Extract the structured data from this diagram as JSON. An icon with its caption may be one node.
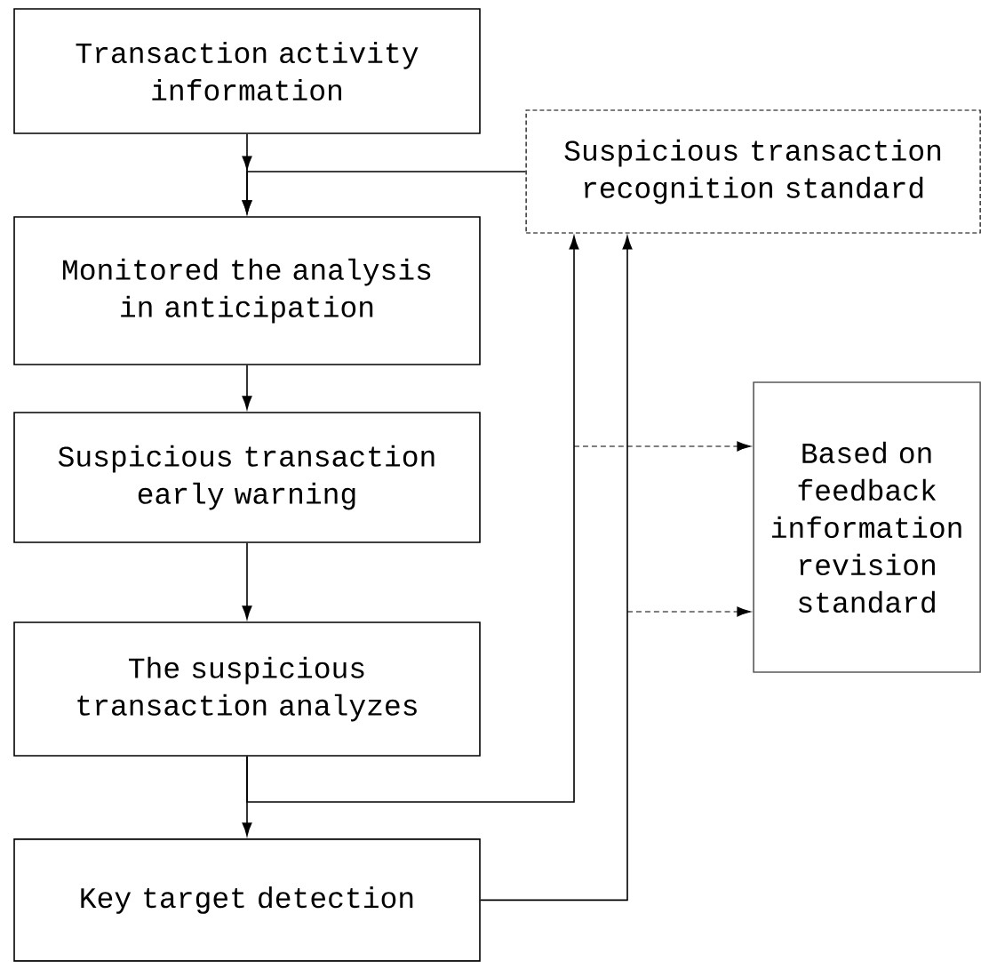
{
  "diagram": {
    "nodes": [
      {
        "text": [
          "Transaction activity information"
        ]
      },
      {
        "text": [
          "Monitored the analysis in anticipation"
        ]
      },
      {
        "text": [
          "Suspicious transaction early warning"
        ]
      },
      {
        "text": [
          "The suspicious transaction analyzes"
        ]
      },
      {
        "text": [
          "Key target detection"
        ]
      },
      {
        "text": [
          "Suspicious transaction recognition standard"
        ]
      },
      {
        "text": [
          "Based on feedback information revision standard"
        ]
      }
    ],
    "edges": [
      {
        "from": 0,
        "to": 1,
        "arrow": "to"
      },
      {
        "from": 5,
        "to": 1,
        "arrow": "to"
      },
      {
        "from": 1,
        "to": 2,
        "arrow": "to"
      },
      {
        "from": 2,
        "to": 3,
        "arrow": "to"
      },
      {
        "from": 3,
        "to": 4,
        "arrow": "to"
      },
      {
        "from": 3,
        "to": 5,
        "arrow": "to"
      },
      {
        "from": 4,
        "to": 5,
        "arrow": "to"
      },
      {
        "from": null,
        "to": 6,
        "arrow": "to",
        "style": "dashed"
      },
      {
        "from": null,
        "to": 6,
        "arrow": "to",
        "style": "dashed"
      }
    ]
  }
}
